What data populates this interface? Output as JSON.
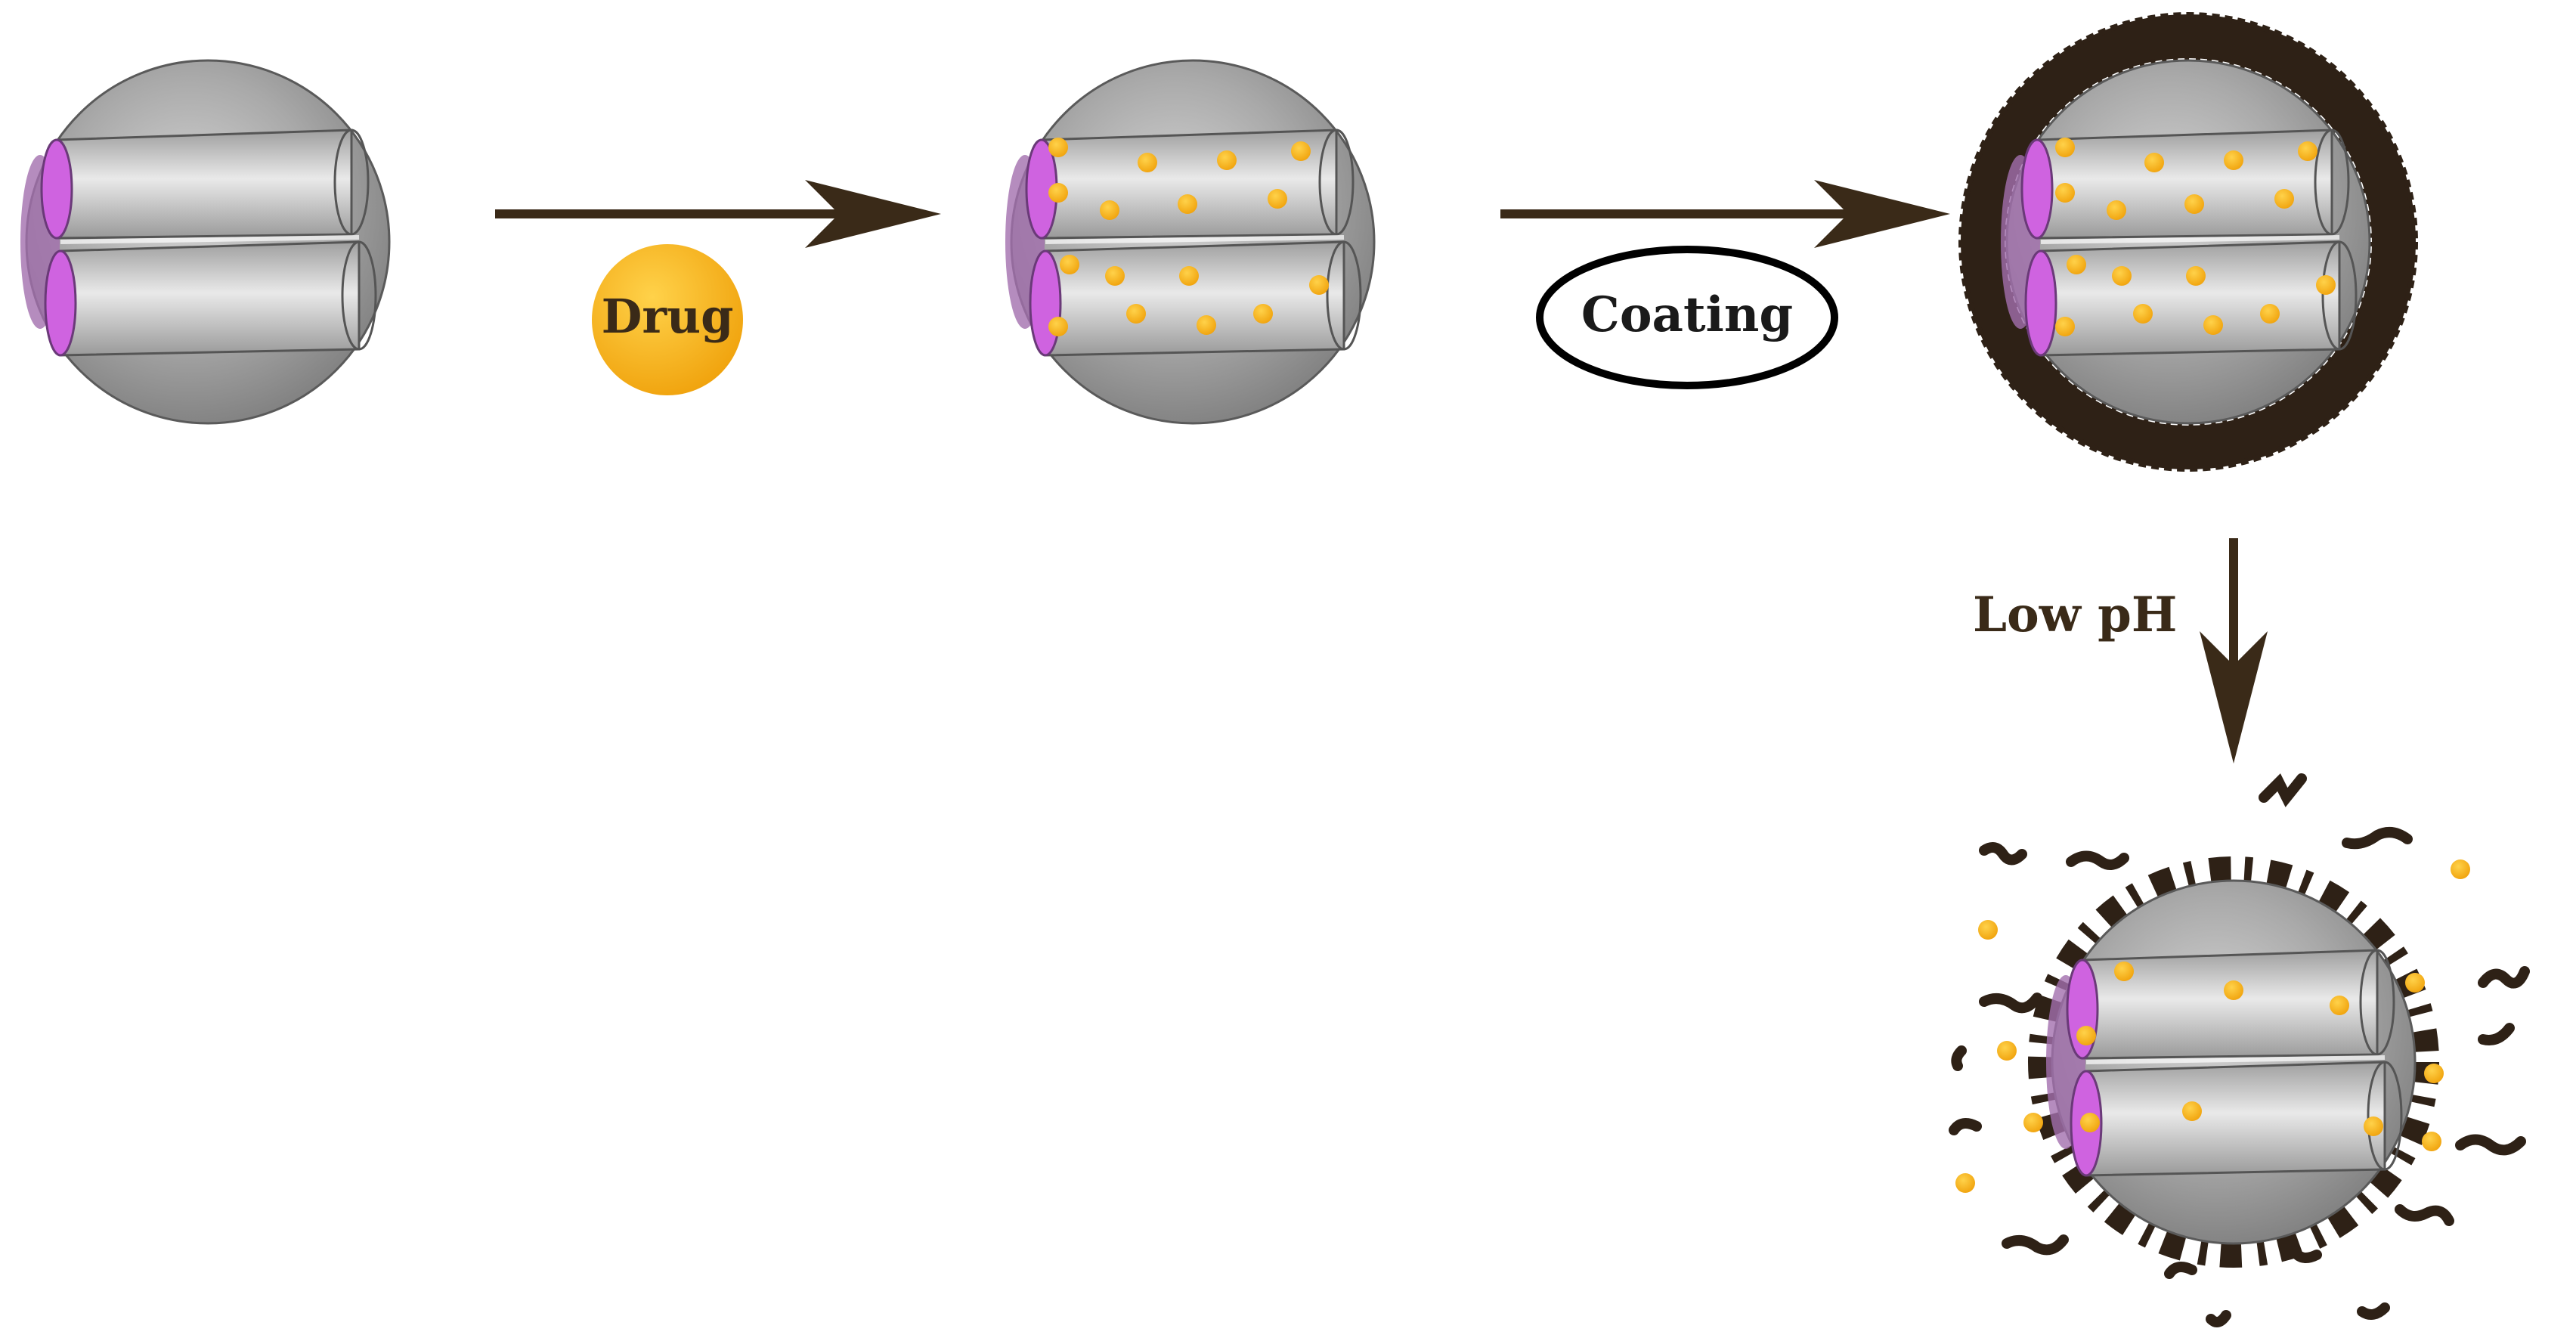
{
  "labels": {
    "drug": "Drug",
    "coating": "Coating",
    "low_ph": "Low pH"
  },
  "colors": {
    "arrow": "#3a2a18",
    "coating": "#2e2116",
    "drug": "#f2ad14",
    "pore_end": "#c45ed8",
    "sphere": "#9a9a9a",
    "background": "#ffffff"
  },
  "stages": [
    {
      "id": "empty-carrier",
      "drug_loaded": false,
      "coating": "none"
    },
    {
      "id": "drug-loaded-carrier",
      "drug_loaded": true,
      "coating": "none"
    },
    {
      "id": "coated-carrier",
      "drug_loaded": true,
      "coating": "intact"
    },
    {
      "id": "released-carrier",
      "drug_loaded": true,
      "coating": "disrupted"
    }
  ]
}
